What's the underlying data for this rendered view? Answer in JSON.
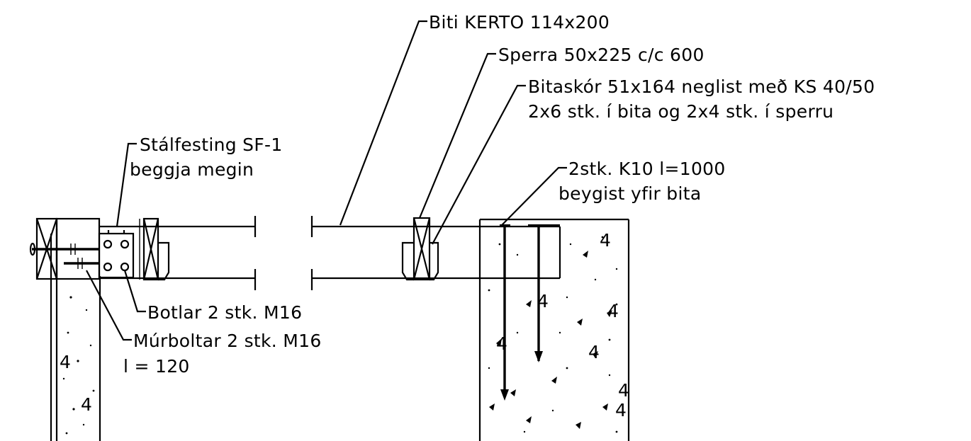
{
  "labels": {
    "beam": "Biti KERTO 114x200",
    "rafter": "Sperra 50x225 c/c 600",
    "hanger_line1": "Bitaskór 51x164 neglist með KS 40/50",
    "hanger_line2": "2x6 stk. í bita og 2x4 stk. í sperru",
    "steel_line1": "Stálfesting SF-1",
    "steel_line2": "beggja megin",
    "rebar_line1": "2stk. K10 l=1000",
    "rebar_line2": "beygist yfir bita",
    "bolts": "Botlar 2 stk. M16",
    "masonry_line1": "Múrboltar 2 stk. M16",
    "masonry_line2": "l = 120"
  },
  "concrete_marks": {
    "right_wall": [
      "4",
      "4",
      "4",
      "4",
      "4",
      "4",
      "4"
    ],
    "left_wall": [
      "4",
      "4"
    ]
  }
}
